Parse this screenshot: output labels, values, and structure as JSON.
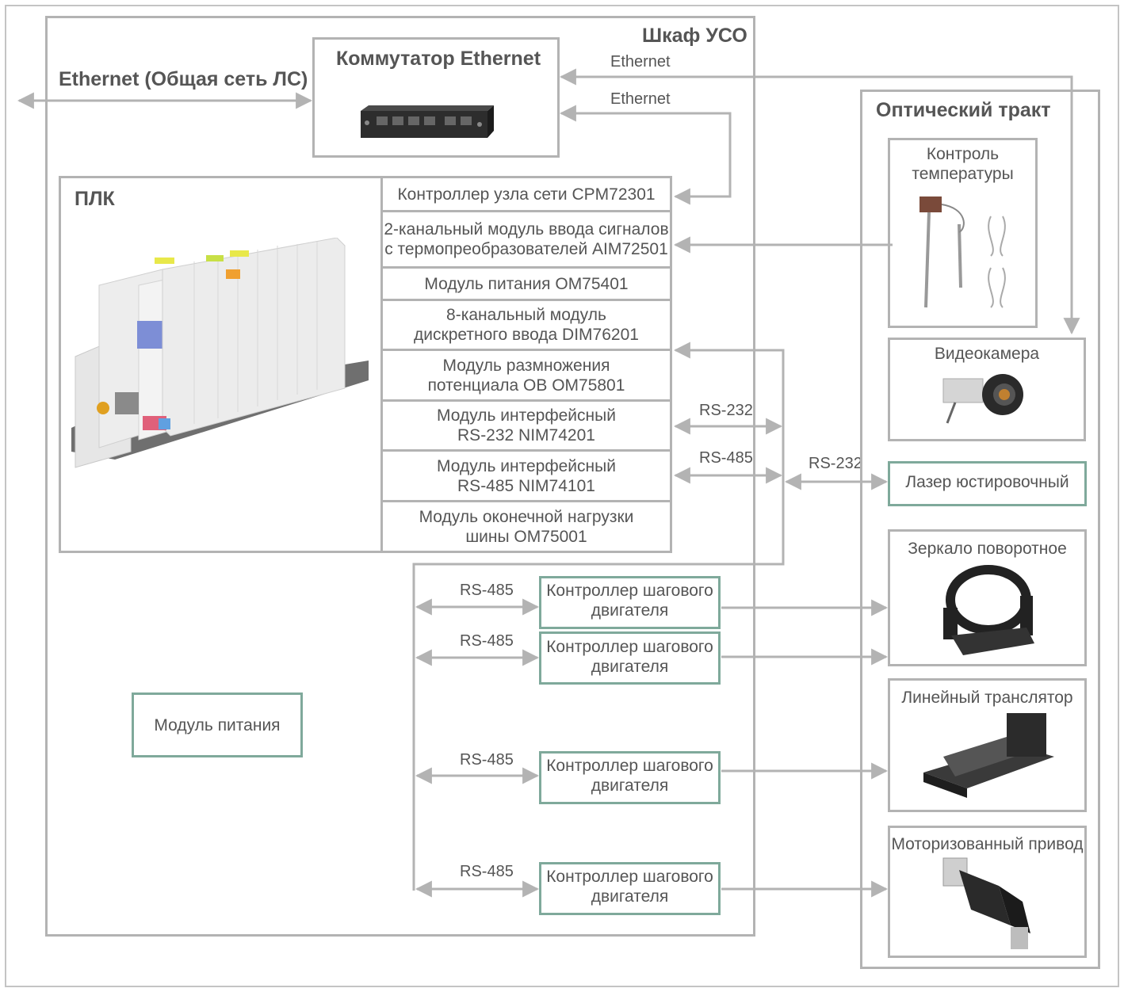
{
  "external_net": {
    "label": "Ethernet (Общая сеть ЛС)"
  },
  "cabinet": {
    "title": "Шкаф УСО"
  },
  "switch": {
    "title": "Коммутатор Ethernet"
  },
  "links": {
    "eth1": "Ethernet",
    "eth2": "Ethernet",
    "rs232_a": "RS-232",
    "rs485_a": "RS-485",
    "rs232_b": "RS-232",
    "rs485_m1": "RS-485",
    "rs485_m2": "RS-485",
    "rs485_m3": "RS-485",
    "rs485_m4": "RS-485"
  },
  "plc": {
    "title": "ПЛК",
    "modules": [
      "Контроллер узла сети CPM72301",
      "2-канальный модуль ввода сигналов\nс термопреобразователей AIM72501",
      "Модуль питания OM75401",
      "8-канальный модуль\nдискретного ввода DIM76201",
      "Модуль размножения\nпотенциала ОВ OM75801",
      "Модуль интерфейсный\nRS-232 NIM74201",
      "Модуль интерфейсный\nRS-485 NIM74101",
      "Модуль оконечной нагрузки\nшины OM75001"
    ]
  },
  "power_module": {
    "label": "Модуль питания"
  },
  "stepper_controllers": [
    "Контроллер шагового\nдвигателя",
    "Контроллер шагового\nдвигателя",
    "Контроллер шагового\nдвигателя",
    "Контроллер шагового\nдвигателя"
  ],
  "optical": {
    "title": "Оптический тракт",
    "temperature": "Контроль\nтемпературы",
    "camera": "Видеокамера",
    "laser": "Лазер юстировочный",
    "mirror": "Зеркало поворотное",
    "translator": "Линейный транслятор",
    "drive": "Моторизованный привод"
  },
  "colors": {
    "line": "#b3b3b3",
    "accent_border": "#7fa99b",
    "text": "#555555"
  }
}
